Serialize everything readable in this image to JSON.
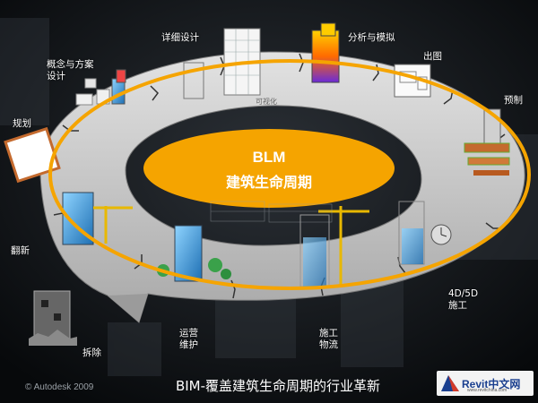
{
  "center": {
    "title": "BLM",
    "subtitle": "建筑生命周期"
  },
  "ring_note": "可视化",
  "stages": {
    "concept": [
      "概念与方案",
      "设计"
    ],
    "detail": [
      "详细设计"
    ],
    "analysis": [
      "分析与模拟"
    ],
    "drawing": [
      "出图"
    ],
    "prefab": [
      "预制"
    ],
    "construction4d": [
      "4D/5D",
      "施工"
    ],
    "logistics": [
      "施工",
      "物流"
    ],
    "operations": [
      "运营",
      "维护"
    ],
    "demolition": [
      "拆除"
    ],
    "renovation": [
      "翻新"
    ],
    "planning": [
      "规划"
    ]
  },
  "footer": {
    "copyright": "© Autodesk 2009",
    "caption": "BIM-覆盖建筑生命周期的行业革新"
  },
  "brand": {
    "word": "Revit中文网",
    "sub": "www.revitchina.com"
  },
  "colors": {
    "orange": "#F5A400",
    "ring": "#C9C9C9",
    "background": "#0C0F12"
  }
}
